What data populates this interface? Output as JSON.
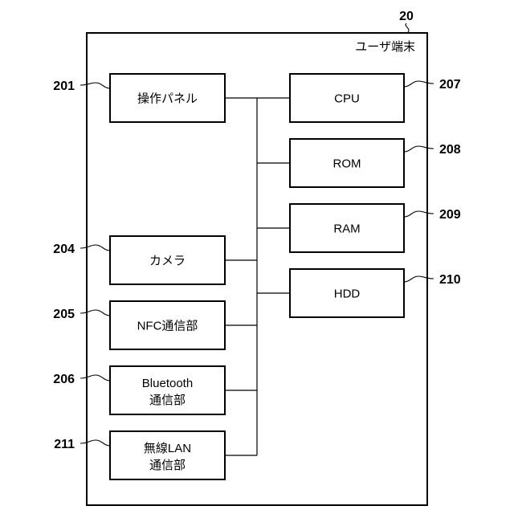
{
  "figure": {
    "device_ref": "20",
    "device_title": "ユーザ端末"
  },
  "blocks": [
    {
      "id": "operation-panel",
      "ref": "201",
      "lines": [
        "操作パネル"
      ]
    },
    {
      "id": "camera",
      "ref": "204",
      "lines": [
        "カメラ"
      ]
    },
    {
      "id": "nfc-comm",
      "ref": "205",
      "lines": [
        "NFC通信部"
      ]
    },
    {
      "id": "bluetooth-comm",
      "ref": "206",
      "lines": [
        "Bluetooth",
        "通信部"
      ]
    },
    {
      "id": "wireless-lan-comm",
      "ref": "211",
      "lines": [
        "無線LAN",
        "通信部"
      ]
    },
    {
      "id": "cpu",
      "ref": "207",
      "lines": [
        "CPU"
      ]
    },
    {
      "id": "rom",
      "ref": "208",
      "lines": [
        "ROM"
      ]
    },
    {
      "id": "ram",
      "ref": "209",
      "lines": [
        "RAM"
      ]
    },
    {
      "id": "hdd",
      "ref": "210",
      "lines": [
        "HDD"
      ]
    }
  ]
}
